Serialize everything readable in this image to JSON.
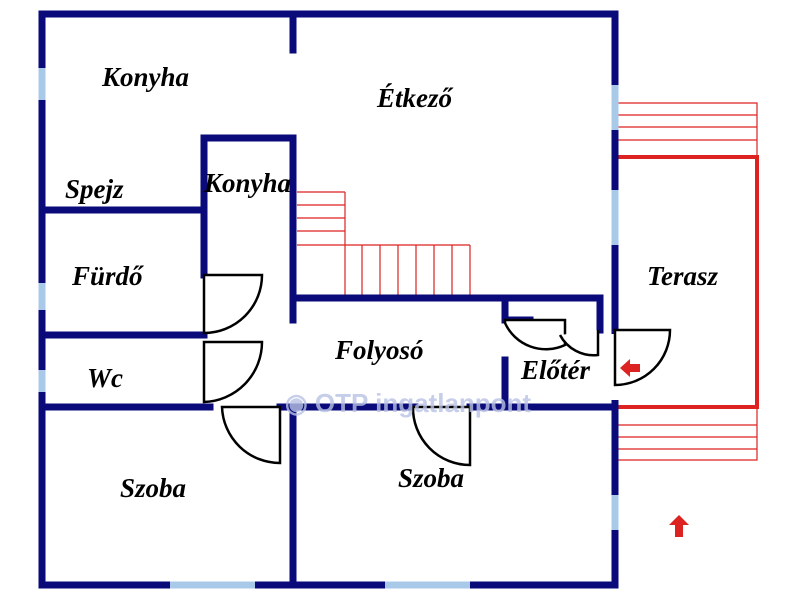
{
  "rooms": {
    "kitchen": "Konyha",
    "dining": "Étkező",
    "pantry": "Spejz",
    "kitchen_inner": "Konyha",
    "bathroom": "Fürdő",
    "wc": "Wc",
    "hallway": "Folyosó",
    "entrance": "Előtér",
    "terrace": "Terasz",
    "bedroom_left": "Szoba",
    "bedroom_right": "Szoba"
  },
  "watermark": "OTP ingatlanpont",
  "colors": {
    "wall": "#0a0a7a",
    "window": "#a9c9e8",
    "stairs": "#dd2222",
    "arrow": "#dd2222"
  }
}
